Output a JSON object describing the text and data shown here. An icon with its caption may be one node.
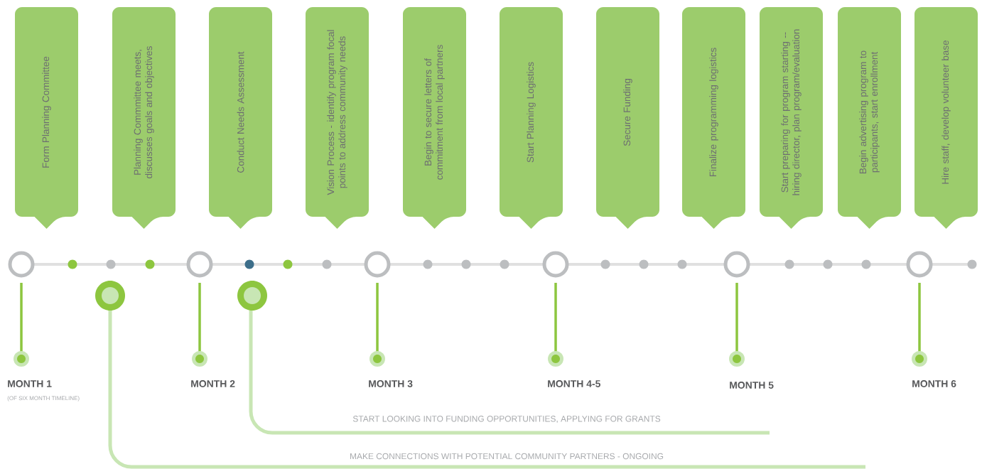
{
  "diagram": {
    "nodes": [
      {
        "text": [
          "Form Planning Committee"
        ]
      },
      {
        "text": [
          "Planning Commmittee meets, discusses goals and objectives"
        ]
      },
      {
        "text": [
          "Conduct Needs Assessment"
        ]
      },
      {
        "text": [
          "Vision Process - identify program focal points to address community needs"
        ]
      },
      {
        "text": [
          "Begin  to secure letters of commitment from local partners"
        ]
      },
      {
        "text": [
          "Start Planning Logistics"
        ]
      },
      {
        "text": [
          "Secure Funding"
        ]
      },
      {
        "text": [
          "Finalize programming logistics"
        ]
      },
      {
        "text": [
          "Start preparing for program starting -- hiring director, plan program/evaluation"
        ]
      },
      {
        "text": [
          "Begin advertising program to participants, start enrollment"
        ]
      },
      {
        "text": [
          "Hire staff, develop volunteer base"
        ]
      }
    ],
    "labels": [
      "MONTH 1",
      "(OF SIX MONTH TIMELINE)",
      "MONTH 2",
      "MONTH 3",
      "MONTH 4-5",
      "MONTH 5",
      "MONTH 6",
      "START LOOKING INTO FUNDING OPPORTUNITIES, APPLYING FOR GRANTS",
      "MAKE CONNECTIONS WITH POTENTIAL COMMUNITY PARTNERS - ONGOING"
    ]
  }
}
